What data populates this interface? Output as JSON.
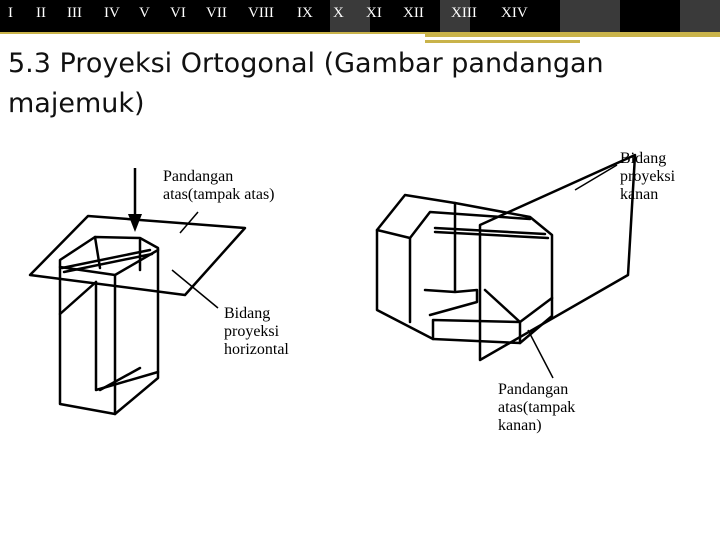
{
  "header": {
    "numerals": [
      "I",
      "II",
      "III",
      "IV",
      "V",
      "VI",
      "VII",
      "VIII",
      "IX",
      "X",
      "XI",
      "XII",
      "XIII",
      "XIV"
    ],
    "colors": {
      "bar": "#000000",
      "stripe": "#3a3a3a",
      "accent": "#c9b34a",
      "text": "#ffffff"
    }
  },
  "slide": {
    "title": "5.3 Proyeksi Ortogonal (Gambar pandangan majemuk)"
  },
  "labels": {
    "top_view": [
      "Pandangan",
      "atas(tampak atas)"
    ],
    "right_plane": [
      "Bidang",
      "proyeksi",
      "kanan"
    ],
    "horizontal_plane": [
      "Bidang",
      "proyeksi",
      "horizontal"
    ],
    "right_view": [
      "Pandangan",
      "atas(tampak",
      "kanan)"
    ]
  }
}
